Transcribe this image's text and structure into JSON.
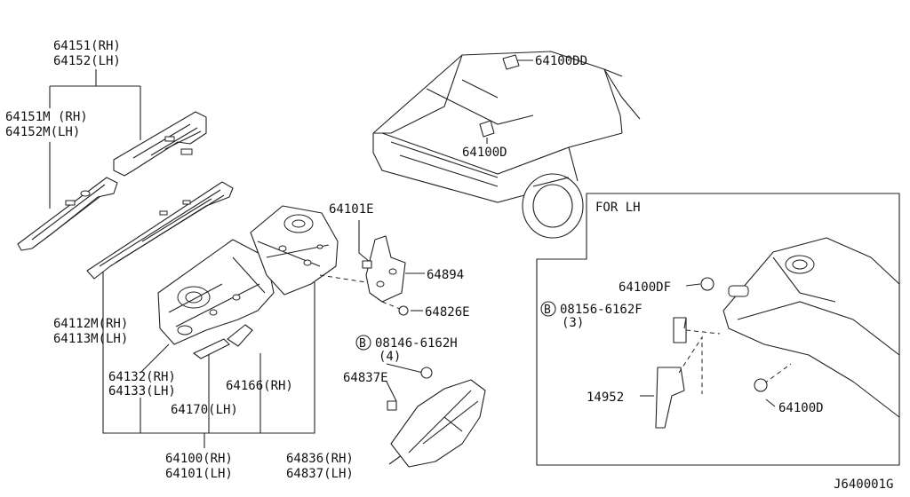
{
  "diagram_id": "J640001G",
  "inset_title": "FOR LH",
  "bolt_symbol": "B",
  "labels": {
    "p64151": "64151(RH)",
    "p64152": "64152(LH)",
    "p64151m": "64151M (RH)",
    "p64152m": "64152M(LH)",
    "p64112m": "64112M(RH)",
    "p64113m": "64113M(LH)",
    "p64132": "64132(RH)",
    "p64133": "64133(LH)",
    "p64166": "64166(RH)",
    "p64170": "64170(LH)",
    "p64100": "64100(RH)",
    "p64101": "64101(LH)",
    "p64101e": "64101E",
    "p64894": "64894",
    "p64826e": "64826E",
    "p08146": "08146-6162H",
    "q4": "(4)",
    "p64837e": "64837E",
    "p64836": "64836(RH)",
    "p64837": "64837(LH)",
    "p64100dd": "64100DD",
    "p64100d": "64100D",
    "p64100df": "64100DF",
    "p08156": "08156-6162F",
    "q3": "(3)",
    "p14952": "14952",
    "p64100d_inset": "64100D"
  }
}
